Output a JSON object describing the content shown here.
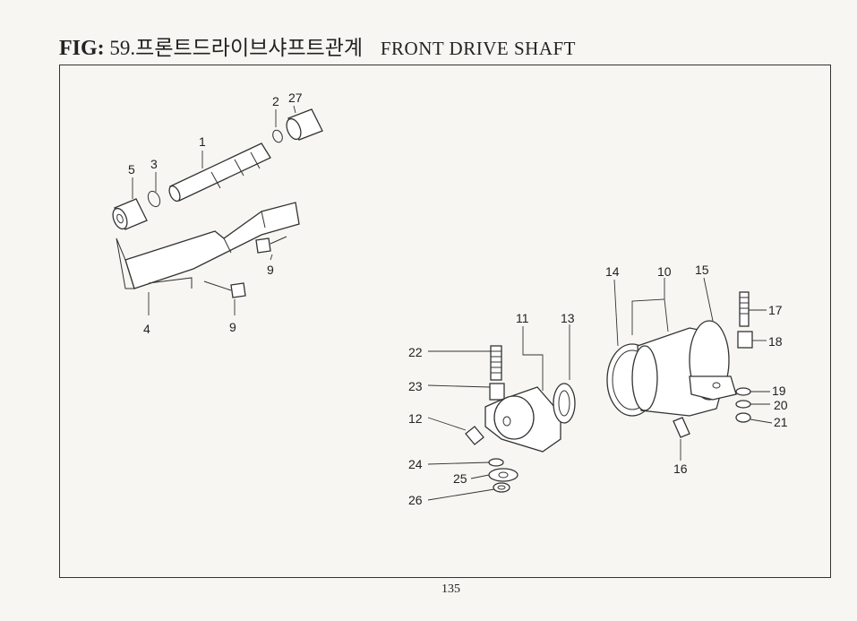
{
  "header": {
    "fig_label": "FIG:",
    "fig_number_ko": "59.프론트드라이브샤프트관계",
    "title_en": "FRONT DRIVE SHAFT"
  },
  "labels": {
    "p1": "1",
    "p2": "2",
    "p3": "3",
    "p4": "4",
    "p5": "5",
    "p9a": "9",
    "p9b": "9",
    "p10": "10",
    "p11": "11",
    "p12": "12",
    "p13": "13",
    "p14": "14",
    "p15": "15",
    "p16": "16",
    "p17": "17",
    "p18": "18",
    "p19": "19",
    "p20": "20",
    "p21": "21",
    "p22": "22",
    "p23": "23",
    "p24": "24",
    "p25": "25",
    "p26": "26",
    "p27": "27"
  },
  "page_number": "135"
}
